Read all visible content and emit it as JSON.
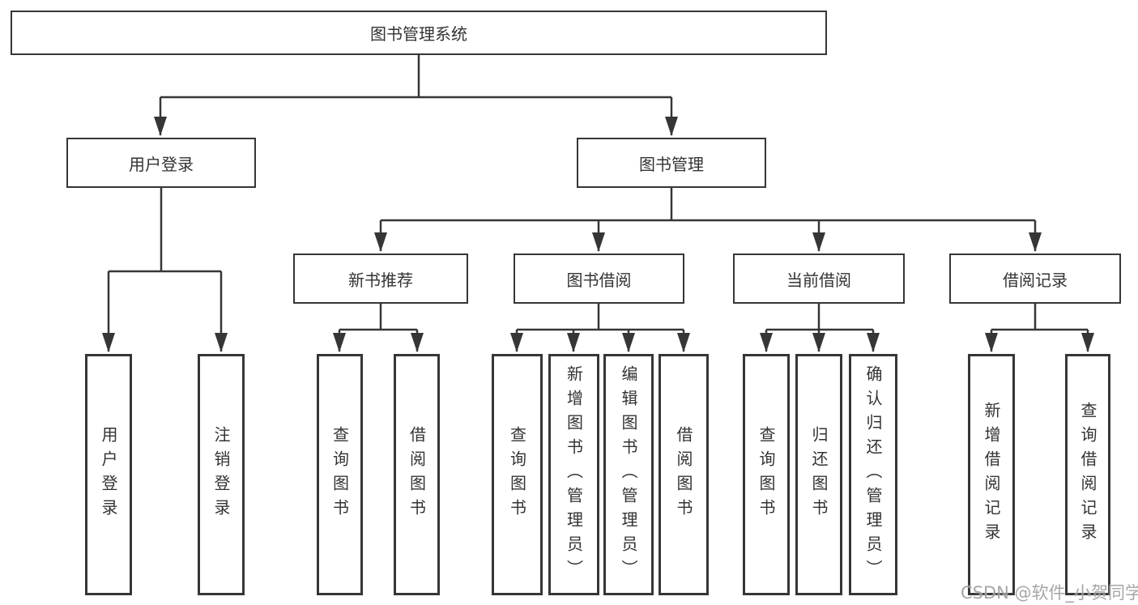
{
  "watermark": "CSDN @软件_小贺同学",
  "colors": {
    "line": "#363636",
    "text": "#333333",
    "watermark": "#969696",
    "background": "#ffffff"
  },
  "tree": {
    "root": {
      "label": "图书管理系统"
    },
    "branches": [
      {
        "label": "用户登录",
        "children": [
          {
            "label": "用户登录"
          },
          {
            "label": "注销登录"
          }
        ]
      },
      {
        "label": "图书管理",
        "groups": [
          {
            "label": "新书推荐",
            "children": [
              {
                "label": "查询图书"
              },
              {
                "label": "借阅图书"
              }
            ]
          },
          {
            "label": "图书借阅",
            "children": [
              {
                "label": "查询图书"
              },
              {
                "label": "新增图书（管理员）"
              },
              {
                "label": "编辑图书（管理员）"
              },
              {
                "label": "借阅图书"
              }
            ]
          },
          {
            "label": "当前借阅",
            "children": [
              {
                "label": "查询图书"
              },
              {
                "label": "归还图书"
              },
              {
                "label": "确认归还（管理员）"
              }
            ]
          },
          {
            "label": "借阅记录",
            "children": [
              {
                "label": "新增借阅记录"
              },
              {
                "label": "查询借阅记录"
              }
            ]
          }
        ]
      }
    ]
  }
}
